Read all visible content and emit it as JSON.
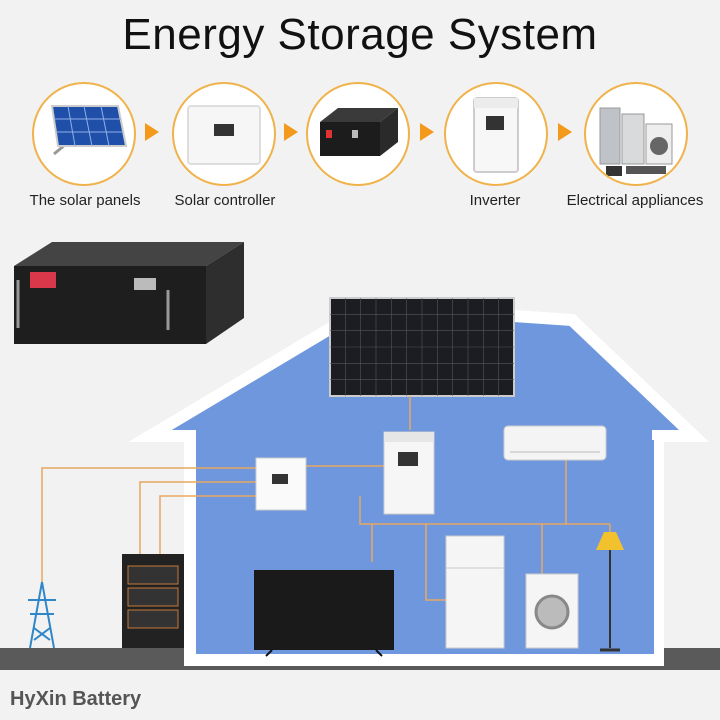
{
  "title": "Energy Storage System",
  "steps": [
    {
      "label": "The solar panels",
      "icon": "solar-panel-icon"
    },
    {
      "label": "Solar controller",
      "icon": "solar-controller-icon"
    },
    {
      "label": "",
      "icon": "battery-module-icon"
    },
    {
      "label": "Inverter",
      "icon": "inverter-icon"
    },
    {
      "label": "Electrical appliances",
      "icon": "appliances-icon"
    }
  ],
  "brand": "HyXin Battery",
  "colors": {
    "accent": "#f39a1c",
    "circle_border": "#f0b24a",
    "house_fill": "#6f97de",
    "wire": "#e8a860"
  }
}
